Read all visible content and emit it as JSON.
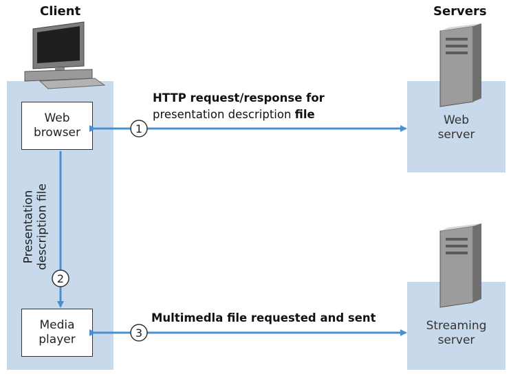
{
  "client": {
    "heading": "Client"
  },
  "servers": {
    "heading": "Servers"
  },
  "web_browser": {
    "line1": "Web",
    "line2": "browser"
  },
  "media_player": {
    "line1": "Media",
    "line2": "player"
  },
  "web_server": {
    "line1": "Web",
    "line2": "server"
  },
  "streaming_server": {
    "line1": "Streaming",
    "line2": "server"
  },
  "messages": {
    "http_line1": "HTTP request/response for",
    "http_line2_a": "presentation description ",
    "http_line2_b": "file",
    "multimedia": "Multimedla file requested and sent"
  },
  "vertical_label": {
    "line1": "Presentation",
    "line2": "description file"
  },
  "steps": [
    "1",
    "2",
    "3"
  ],
  "colors": {
    "panel": "#c7d9ea",
    "arrow": "#4a8fd1",
    "box_border": "#333333"
  },
  "icons": {
    "client": "desktop-computer-icon",
    "server": "server-tower-icon"
  }
}
